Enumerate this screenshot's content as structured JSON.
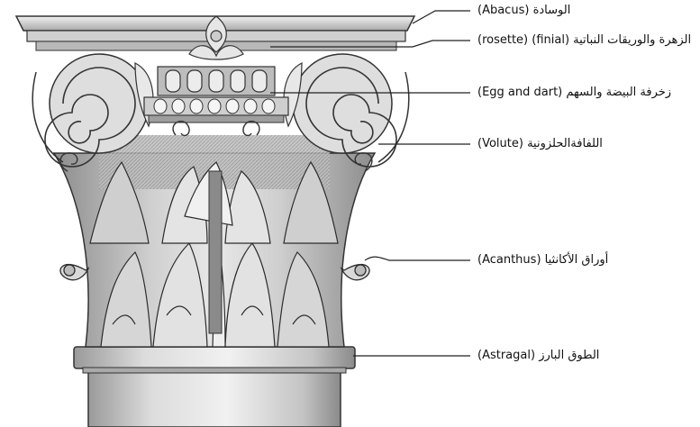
{
  "diagram": {
    "labels": [
      {
        "id": "abacus",
        "en": "(Abacus)",
        "ar": "الوسادة"
      },
      {
        "id": "rosette",
        "en": "(rosette) (finial)",
        "ar": "الزهرة والوريقات النباتية"
      },
      {
        "id": "egg_dart",
        "en": "(Egg and dart)",
        "ar": "زخرفة البيضة والسهم"
      },
      {
        "id": "volute",
        "en": "(Volute)",
        "ar": "اللفافةالحلزونية"
      },
      {
        "id": "acanthus",
        "en": "(Acanthus)",
        "ar": "أوراق الأكانثيا"
      },
      {
        "id": "astragal",
        "en": "(Astragal)",
        "ar": "الطوق البارز"
      }
    ]
  },
  "colors": {
    "stone_light": "#e6e6e6",
    "stone_mid": "#bdbdbd",
    "stone_dark": "#6e6e6e",
    "outline": "#2a2a2a",
    "leader": "#222222"
  }
}
